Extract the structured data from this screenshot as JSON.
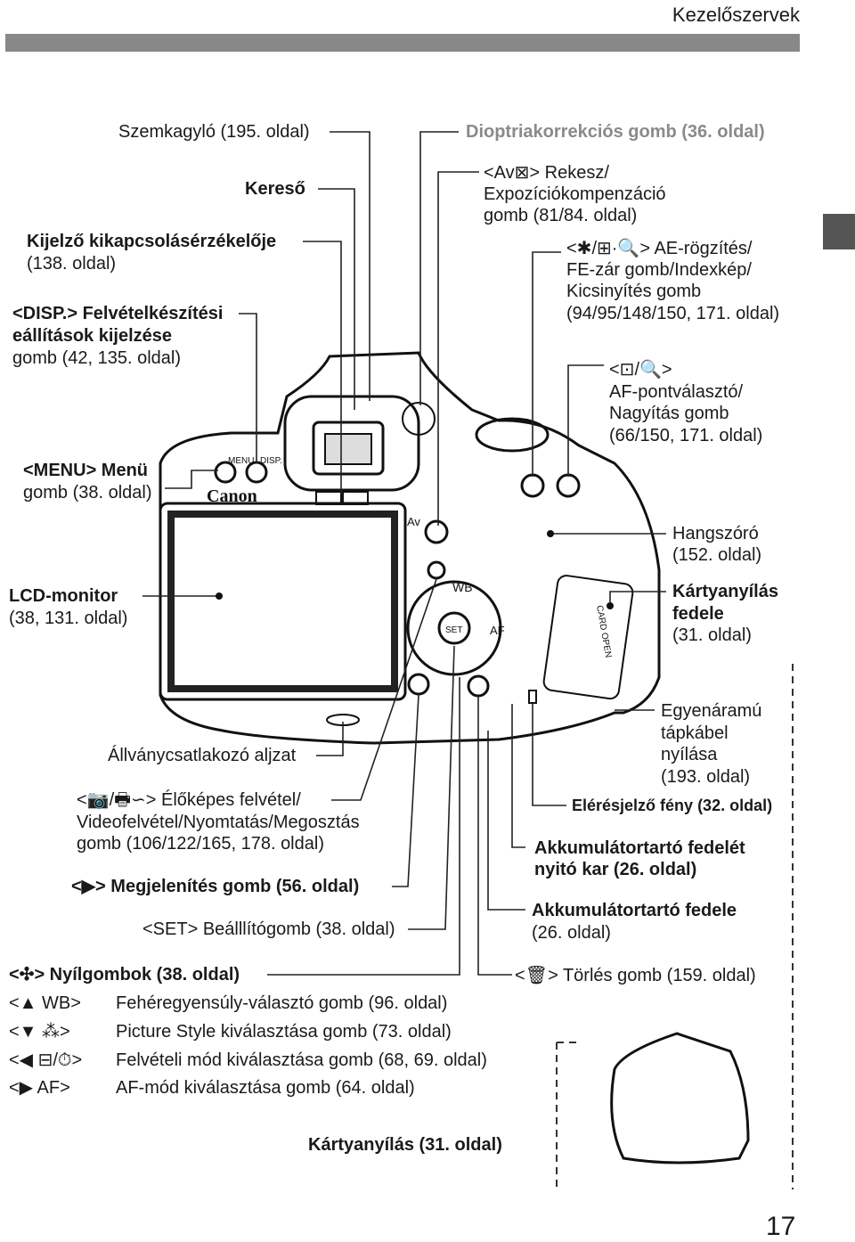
{
  "header": {
    "section_title": "Kezelőszervek",
    "page_number": "17"
  },
  "labels": {
    "szemkagylo": "Szemkagyló (195. oldal)",
    "kereso": "Kereső",
    "kijelzo_title": "Kijelző kikapcsolásérzékelője",
    "kijelzo_page": "(138. oldal)",
    "disp_line1": "<DISP.> Felvételkészítési",
    "disp_line2": "eállítások kijelzése",
    "disp_line3": "gomb (42, 135. oldal)",
    "menu_line1": "<MENU> Menü",
    "menu_line2": "gomb (38. oldal)",
    "lcd_line1": "LCD-monitor",
    "lcd_line2": "(38, 131. oldal)",
    "dioptria": "Dioptriakorrekciós gomb (36. oldal)",
    "av_line1": "<Av⊠> Rekesz/",
    "av_line2": "Expozíciókompenzáció",
    "av_line3": "gomb (81/84. oldal)",
    "ae_line1": "<✱/⊞·🔍> AE-rögzítés/",
    "ae_line2": "FE-zár gomb/Indexkép/",
    "ae_line3": "Kicsinyítés gomb",
    "ae_line4": "(94/95/148/150, 171. oldal)",
    "af_line1": "<⊡/🔍>",
    "af_line2": "AF-pontválasztó/",
    "af_line3": "Nagyítás gomb",
    "af_line4": "(66/150, 171. oldal)",
    "hangszoro_line1": "Hangszóró",
    "hangszoro_line2": "(152. oldal)",
    "kartyafedel_line1": "Kártyanyílás",
    "kartyafedel_line2": "fedele",
    "kartyafedel_line3": "(31. oldal)",
    "egyenaram_line1": "Egyenáramú",
    "egyenaram_line2": "tápkábel",
    "egyenaram_line3": "nyílása",
    "egyenaram_line4": "(193. oldal)",
    "eleres": "Elérésjelző fény (32. oldal)",
    "akku_kar_line1": "Akkumulátortartó fedelét",
    "akku_kar_line2": "nyitó kar (26. oldal)",
    "akku_fedel_line1": "Akkumulátortartó fedele",
    "akku_fedel_line2": "(26. oldal)",
    "allvany": "Állványcsatlakozó aljzat",
    "elokep_line1": "<📷/🖶∽> Élőképes felvétel/",
    "elokep_line2": "Videofelvétel/Nyomtatás/Megosztás",
    "elokep_line3": "gomb (106/122/165, 178. oldal)",
    "megjelenites": "<▶> Megjelenítés gomb (56. oldal)",
    "beallito": "<SET> Beálllítógomb (38. oldal)",
    "nyil": "<✣> Nyílgombok (38. oldal)",
    "torles": "<🗑> Törlés gomb (159. oldal)",
    "wb_key": "<▲ WB>",
    "wb_desc": "Fehéregyensúly-választó gomb (96. oldal)",
    "ps_key": "<▼ ⁂>",
    "ps_desc": "Picture Style kiválasztása gomb (73. oldal)",
    "drive_key": "<◀ ⊟/⏱>",
    "drive_desc": "Felvételi mód kiválasztása gomb (68, 69. oldal)",
    "afmode_key": "<▶ AF>",
    "afmode_desc": "AF-mód kiválasztása gomb (64. oldal)",
    "kartyanyilas": "Kártyanyílás (31. oldal)"
  },
  "camera": {
    "brand": "Canon",
    "menu_btn": "MENU",
    "disp_btn": "DISP.",
    "wb": "WB",
    "set": "SET",
    "af": "AF",
    "av": "Av",
    "card_open": "CARD OPEN"
  }
}
